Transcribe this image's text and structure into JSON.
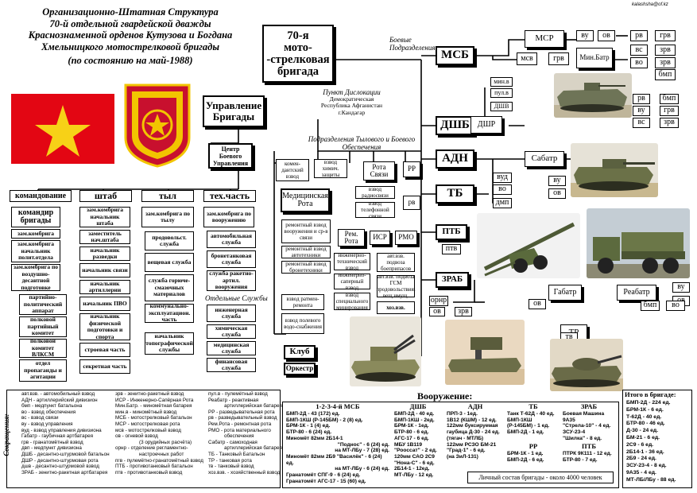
{
  "email": "kalashsha@of.kz",
  "title_lines": [
    "Организационно-Штатная Структура",
    "70-й отдельной гвардейской дважды",
    "Краснознаменной орденов Кутузова и Богдана",
    "Хмельницкого мотострелковой бригады"
  ],
  "title_date": "(по состоянию на май-1988)",
  "brigade": {
    "line1": "70-я",
    "line2": "мото-",
    "line3": "-стрелковая",
    "line4": "бригада"
  },
  "location": {
    "label": "Пункт Дислокации",
    "l1": "Демократическая",
    "l2": "Республика Афганистан",
    "l3": "г.Кандагар"
  },
  "combat_units_label": "Боевые Подразделения",
  "rear_units_label": "Подразделения Тылового и Боевого Обеспечения",
  "separate_services_label": "Отдельные Службы",
  "upravlenie": "Управление Бригады",
  "tsentr": "Центр Боевого Управления",
  "branches": {
    "komandovanie": "командование",
    "shtab": "штаб",
    "tyl": "тыл",
    "tehchast": "тех.часть"
  },
  "komandovanie_items": [
    "командир бригады",
    "зам.комбрига",
    "зам.комбрига начальник полит.отдела",
    "зам.комбрига по воздушно-десантной подготовке",
    "партийно-политический аппарат",
    "полковой партийный комитет",
    "полковой комитет ВЛКСМ",
    "отдел пропаганды и агитации"
  ],
  "shtab_items": [
    "зам.комбрига начальник штаба",
    "заместитель нач.штаба",
    "начальник разведки",
    "начальник связи",
    "начальник артиллерии",
    "начальник ПВО",
    "начальник физической подготовки и спорта",
    "строевая часть",
    "секретная часть"
  ],
  "tyl_items": [
    "зам.комбрига по тылу",
    "продовольст. служба",
    "вещевая служба",
    "служба горюче-смазочных материалов",
    "коммунально-эксплуатацион. часть",
    "начальник топографической службы"
  ],
  "teh_items": [
    "зам.комбрига по вооружению",
    "автомобильная служба",
    "бронетанковая служба",
    "служба ракетно-артил. вооружения"
  ],
  "teh_separate": [
    "инженерная служба",
    "химическая служба",
    "медицинская служба",
    "финансовая служба"
  ],
  "klub": "Клуб",
  "orkestr": "Оркестр",
  "rear": {
    "komendant": "комен-дантский взвод",
    "himzash": "взвод химич. защиты",
    "rota_svyazi": "Рота Связи",
    "rr": "РР",
    "rv": "рв",
    "med": "Медицинская Рота",
    "radio": "взвод радиосвязи",
    "telefon": "взвод телефонной связи",
    "rem_rota": "Рем. Рота",
    "isr": "ИСР",
    "rmo": "РМО",
    "rem1": "ремонтный взвод вооружения и ср-в связи",
    "rem2": "ремонтный взвод автотехники",
    "rem3": "ремонтный взвод бронетехники",
    "inzh1": "инженерно-технический взвод",
    "inzh2": "инженерно-саперный взвод",
    "inzh3": "взвод специального минирования",
    "avt1": "авт.взв. подвоза боеприпасов",
    "avt2": "авт.взв. подвоза ГСМ продовольствия, вещ.имущ.",
    "hoz": "хоз.взв.",
    "ratm": "взвод ратмен-ремонта",
    "polev": "взвод полевого водо-снабжения"
  },
  "units": {
    "msb": "МСБ",
    "dshb": "ДШБ",
    "adn": "АДН",
    "tb": "ТБ",
    "ptb": "ПТБ",
    "zrab": "ЗРАБ",
    "mcr": "МСР",
    "msv": "мсв",
    "grv": "грв",
    "min_batr": "Мин.Батр",
    "vu": "ву",
    "ov": "ов",
    "rv": "рв",
    "vs": "вс",
    "zrv": "зрв",
    "bmp": "бмп",
    "minv": "мин.в",
    "pulv": "пул.в",
    "dshr": "ДШР",
    "dshv": "ДШВ",
    "sabatr": "Сабатр",
    "vud": "вуд",
    "vo": "во",
    "dmp": "дмп",
    "ptv": "птв",
    "ornr": "орнр",
    "gabatr": "Габатр",
    "reabatr": "Реабатр",
    "tr": "ТР",
    "tv": "тв",
    "msv2": "мсв"
  },
  "armament_title": "Вооружение:",
  "arm_cols": [
    {
      "head": "1-2-3-4-й МСБ",
      "lines": [
        "БМП-2Д - 43 (172) ед.",
        "БМП-1КШ (Р-145БМ) - 2 (8) ед.",
        "БРМ-1К - 1 (4) ед.",
        "БТР-80 - 6 (24) ед.",
        "Миномёт 82мм 2Б14-1",
        "\"Поднос\" - 6 (24) ед.",
        "на МТ-ЛБу - 7 (28) ед.",
        "Миномёт 82мм 2Б9 \"Василёк\" - 6 (24) ед.",
        "на МТ-ЛБу - 6 (24) ед.",
        "Гранатомёт СПГ-9 - 6 (24) ед.",
        "Гранатомёт АГС-17 - 15 (60) ед."
      ]
    },
    {
      "head": "ДШБ",
      "lines": [
        "БМП-2Д - 40 ед.",
        "БМП-1КШ - 2ед.",
        "БРМ-1К - 1ед.",
        "БТР-80 - 6 ед.",
        "АГС-17 - 6 ед.",
        "МБУ 1В119",
        "\"Рооссат\" - 2 ед.",
        "120мм САО 2С9",
        "\"Нона-С\" - 6 ед.",
        "2Б14-1 - 12ед.",
        "МТ-ЛБу - 12 ед."
      ]
    },
    {
      "head": "АДН",
      "lines": [
        "ПРП-3 - 1ед.",
        "1В12 (КШМ) - 12 ед.",
        "122мм буксируемая",
        "гаубица Д-30 - 24 ед.",
        "(тягач - МТЛБ)",
        "122мм РСЗО БМ-21",
        "\"Град-1\" - 6 ед.",
        "(на ЗиЛ-131)"
      ]
    },
    {
      "head": "ТБ",
      "lines": [
        "Танк Т-62Д - 40 ед.",
        "БМП-1КШ",
        "(Р-145БМ) - 1 ед.",
        "БМП-2Д - 1 ед."
      ]
    },
    {
      "head": "ЗРАБ",
      "lines": [
        "Боевая Машина 9А35",
        "\"Стрела-10\" - 4 ед.",
        "ЗСУ-23-4",
        "\"Шилка\" - 8 ед."
      ]
    }
  ],
  "rr_head": "РР",
  "rr_lines": [
    "БРМ-1К - 1 ед.",
    "БМП-2Д - 6 ед."
  ],
  "ptb_head": "ПТБ",
  "ptb_lines": [
    "ПТРК 9К111 - 12 ед.",
    "БТР-80 - 7 ед."
  ],
  "personnel": "Личный состав бригады - около 4000 человек",
  "total_title": "Итого в бригаде:",
  "totals": [
    "БМП-2Д - 224 ед.",
    "БРМ-1К - 6 ед.",
    "Т-62Д - 40 ед.",
    "БТР-80 - 46 ед.",
    "Д-30 - 24 ед.",
    "БМ-21 - 6 ед.",
    "2С9 - 6 ед.",
    "2Б14-1 - 36 ед.",
    "2Б9 - 24 ед.",
    "ЗСУ-23-4 - 8 ед.",
    "9А35 - 4 ед.",
    "МТ-ЛБ/ЛБу - 88 ед."
  ],
  "abbr_label": "Сокращения:",
  "abbr_col1": [
    "авт.взв. - автомобильный взвод",
    "АДН - артиллерийский дивизион",
    "бмп - медпункт батальона",
    "во - взвод обеспечения",
    "вс - взвод связи",
    "ву - взвод управления",
    "вуд - взвод управления дивизиона",
    "Габатр - гаубичная артбатарея",
    "грв - гранатомётный взвод",
    "двп - медпункт дивизиона",
    "ДШБ - десантно-штурмовой батальон",
    "ДШР - десантно-штурмовая рота",
    "дшв - десантно-штурмовой взвод",
    "ЗРАБ - зенитно-ракетная артбатарея"
  ],
  "abbr_col2": [
    "зрв - зенитно-ракетный взвод",
    "ИСР - Инженерно-Сапёрная Рота",
    "Мин.Батр. - миномётная батарея",
    "мин.в - миномётный взвод",
    "МСБ - мотострелковый батальон",
    "МСР - мотострелковая рота",
    "мсв - мотострелковый взвод",
    "ов - огневой взвод",
    "(3 орудийных расчёта)",
    "орнр - отделение регламентно-",
    "настроечных работ",
    "пгв - пулемётно-гранатомётный взвод",
    "ПТБ - противотанковый батальон",
    "птв - противотанковый взвод"
  ],
  "abbr_col3": [
    "пул.в - пулемётный взвод",
    "Реабатр - реактивная",
    "артиллерийская батарея",
    "РР - разведывательная рота",
    "рв - разведывательный взвод",
    "Рем.Рота - ремонтная рота",
    "РМО - рота материального",
    "обеспечения",
    "Сабатр - самоходная",
    "артиллерийская батарея",
    "ТБ - Танковый Батальон",
    "ТР - танковая рота",
    "тв - танковый взвод",
    "хоз.взв. - хозяйственный взвод"
  ]
}
